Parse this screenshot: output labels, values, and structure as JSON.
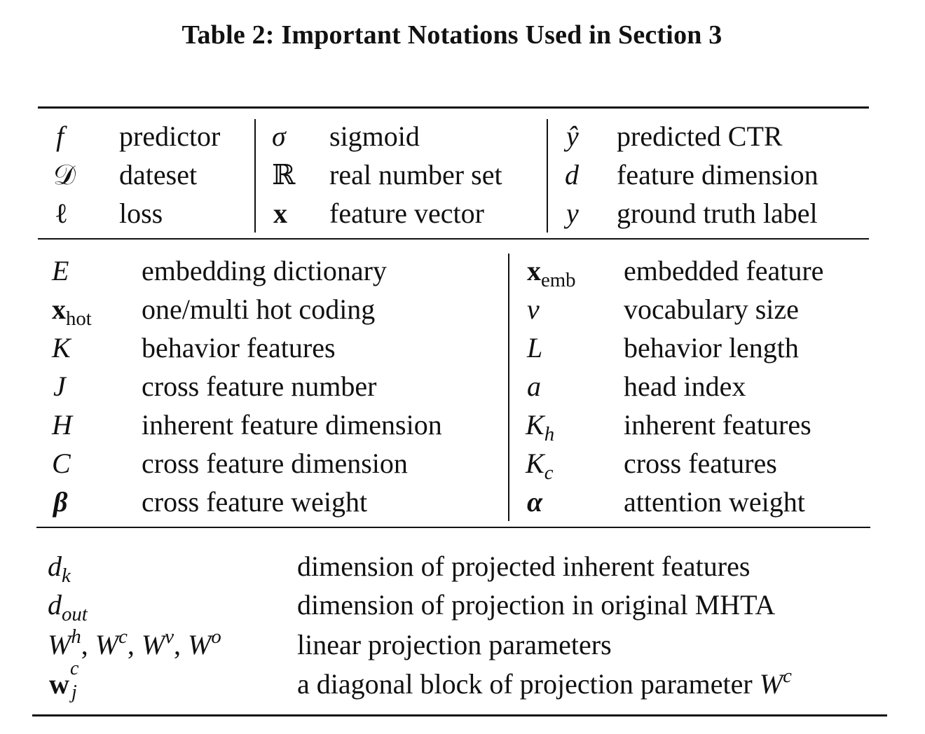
{
  "caption": "Table 2: Important Notations Used in Section 3",
  "section1": {
    "col1": [
      {
        "symbol": "f",
        "description": "predictor"
      },
      {
        "symbol": "𝒟",
        "description": "dateset"
      },
      {
        "symbol": "ℓ",
        "description": "loss"
      }
    ],
    "col2": [
      {
        "symbol": "σ",
        "description": "sigmoid"
      },
      {
        "symbol": "ℝ",
        "description": "real number set"
      },
      {
        "symbol": "x",
        "description": "feature vector"
      }
    ],
    "col3": [
      {
        "symbol": "ŷ",
        "description": "predicted CTR"
      },
      {
        "symbol": "d",
        "description": "feature dimension"
      },
      {
        "symbol": "y",
        "description": "ground truth label"
      }
    ]
  },
  "section2": {
    "left": [
      {
        "symbol": "E",
        "description": "embedding dictionary"
      },
      {
        "symbol": "x",
        "sub": "hot",
        "description": "one/multi hot coding"
      },
      {
        "symbol": "K",
        "description": "behavior features"
      },
      {
        "symbol": "J",
        "description": "cross feature number"
      },
      {
        "symbol": "H",
        "description": "inherent feature dimension"
      },
      {
        "symbol": "C",
        "description": "cross feature dimension"
      },
      {
        "symbol": "β",
        "description": "cross feature weight"
      }
    ],
    "right": [
      {
        "symbol": "x",
        "sub": "emb",
        "description": "embedded feature"
      },
      {
        "symbol": "v",
        "description": "vocabulary size"
      },
      {
        "symbol": "L",
        "description": "behavior length"
      },
      {
        "symbol": "a",
        "description": "head index"
      },
      {
        "symbol": "K",
        "sub": "h",
        "description": "inherent features"
      },
      {
        "symbol": "K",
        "sub": "c",
        "description": "cross features"
      },
      {
        "symbol": "α",
        "description": "attention weight"
      }
    ]
  },
  "section3": [
    {
      "symbol": "d",
      "sub": "k",
      "description": "dimension of projected inherent features"
    },
    {
      "symbol": "d",
      "sub": "out",
      "description": "dimension of projection in original MHTA"
    },
    {
      "symbols": [
        "W",
        "h",
        "W",
        "c",
        "W",
        "v",
        "W",
        "o"
      ],
      "description": "linear projection parameters"
    },
    {
      "symbol": "w",
      "sup": "c",
      "sub": "j",
      "description": "a diagonal block of projection parameter",
      "description_symbol": "W",
      "description_sup": "c"
    }
  ]
}
